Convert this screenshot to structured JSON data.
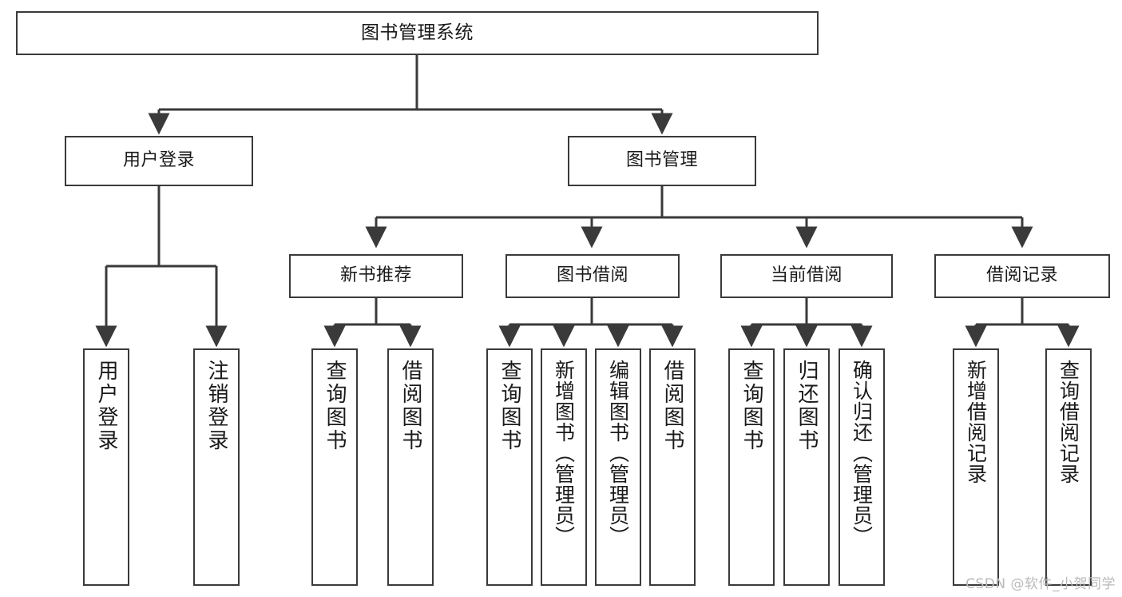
{
  "diagram": {
    "title": "图书管理系统",
    "type": "tree",
    "root": {
      "id": "root",
      "label": "图书管理系统"
    },
    "level2": [
      {
        "id": "user-login",
        "label": "用户登录"
      },
      {
        "id": "book-management",
        "label": "图书管理"
      }
    ],
    "level3": [
      {
        "id": "new-book-recommend",
        "label": "新书推荐",
        "parent": "book-management"
      },
      {
        "id": "book-borrow",
        "label": "图书借阅",
        "parent": "book-management"
      },
      {
        "id": "current-borrow",
        "label": "当前借阅",
        "parent": "book-management"
      },
      {
        "id": "borrow-record",
        "label": "借阅记录",
        "parent": "book-management"
      }
    ],
    "leaves": [
      {
        "id": "leaf-user-login",
        "label": "用户登录",
        "parent": "user-login"
      },
      {
        "id": "leaf-user-logout",
        "label": "注销登录",
        "parent": "user-login"
      },
      {
        "id": "leaf-query-book-1",
        "label": "查询图书",
        "parent": "new-book-recommend"
      },
      {
        "id": "leaf-borrow-book-1",
        "label": "借阅图书",
        "parent": "new-book-recommend"
      },
      {
        "id": "leaf-query-book-2",
        "label": "查询图书",
        "parent": "book-borrow"
      },
      {
        "id": "leaf-add-book",
        "label": "新增图书（管理员）",
        "parent": "book-borrow"
      },
      {
        "id": "leaf-edit-book",
        "label": "编辑图书（管理员）",
        "parent": "book-borrow"
      },
      {
        "id": "leaf-borrow-book-2",
        "label": "借阅图书",
        "parent": "book-borrow"
      },
      {
        "id": "leaf-query-book-3",
        "label": "查询图书",
        "parent": "current-borrow"
      },
      {
        "id": "leaf-return-book",
        "label": "归还图书",
        "parent": "current-borrow"
      },
      {
        "id": "leaf-confirm-return",
        "label": "确认归还（管理员）",
        "parent": "current-borrow"
      },
      {
        "id": "leaf-add-record",
        "label": "新增借阅记录",
        "parent": "borrow-record"
      },
      {
        "id": "leaf-query-record",
        "label": "查询借阅记录",
        "parent": "borrow-record"
      }
    ],
    "colors": {
      "stroke": "#3a3a3a",
      "fill": "#ffffff",
      "text": "#1a1a1a",
      "watermark": "#b9b9b9"
    }
  },
  "watermark": {
    "text": "CSDN @软件_小贺同学"
  }
}
